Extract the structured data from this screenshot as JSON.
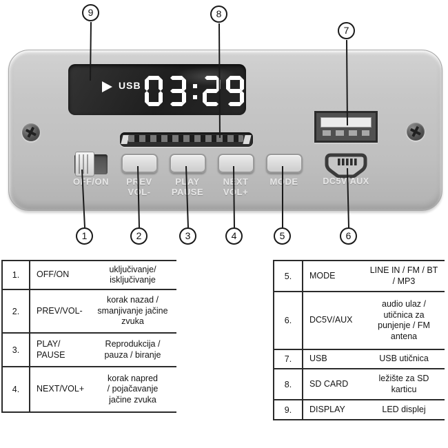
{
  "device": {
    "display": {
      "usb_label": "USB",
      "time": "03:29"
    },
    "switch_label": "OFF/ON",
    "buttons": [
      {
        "line1": "PREV",
        "line2": "VOL-"
      },
      {
        "line1": "PLAY",
        "line2": "PAUSE"
      },
      {
        "line1": "NEXT",
        "line2": "VOL+"
      },
      {
        "line1": "MODE",
        "line2": ""
      }
    ],
    "aux_label": "DC5V/AUX"
  },
  "callouts": [
    "1",
    "2",
    "3",
    "4",
    "5",
    "6",
    "7",
    "8",
    "9"
  ],
  "colors": {
    "panel": "#c4c4c4",
    "display_bg": "#242424",
    "display_fg": "#ffffff",
    "line": "#1a1a1a"
  },
  "tables": {
    "left": {
      "rows": [
        {
          "num": "1.",
          "name": "OFF/ON",
          "desc": "uključivanje/\nisključivanje"
        },
        {
          "num": "2.",
          "name": "PREV/VOL-",
          "desc": "korak nazad /\nsmanjivanje jačine\nzvuka"
        },
        {
          "num": "3.",
          "name": "PLAY/\nPAUSE",
          "desc": "Reprodukcija /\npauza / biranje"
        },
        {
          "num": "4.",
          "name": "NEXT/VOL+",
          "desc": "korak napred\n/ pojačavanje\njačine zvuka"
        }
      ]
    },
    "right": {
      "rows": [
        {
          "num": "5.",
          "name": "MODE",
          "desc": "LINE IN / FM / BT\n/ MP3"
        },
        {
          "num": "6.",
          "name": "DC5V/AUX",
          "desc": "audio ulaz /\nutičnica za\npunjenje / FM\nantena"
        },
        {
          "num": "7.",
          "name": "USB",
          "desc": "USB utičnica"
        },
        {
          "num": "8.",
          "name": "SD CARD",
          "desc": "ležište za SD\nkarticu"
        },
        {
          "num": "9.",
          "name": "DISPLAY",
          "desc": "LED displej"
        }
      ]
    }
  }
}
